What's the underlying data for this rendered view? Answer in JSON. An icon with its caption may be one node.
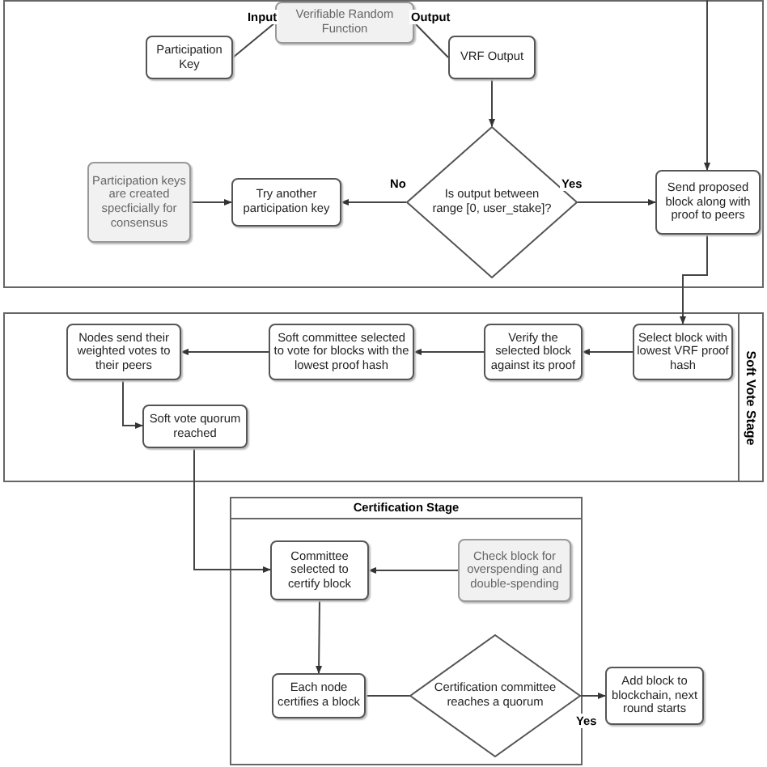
{
  "diagram": {
    "nodes": [
      {
        "text": [],
        "shape": "box"
      },
      {
        "text": [
          "Verifiable Random Function"
        ],
        "in": 0
      },
      {
        "text": [
          "Participation Key"
        ],
        "in": 0
      },
      {
        "text": [
          "VRF Output"
        ],
        "in": 0
      },
      {
        "text": [
          "Participation keys are created specficially for consensus"
        ],
        "in": 0
      },
      {
        "text": [
          "Try another participation key"
        ],
        "in": 0
      },
      {
        "text": [
          "Is output between range [0, user_stake]?"
        ],
        "in": 0
      },
      {
        "text": [
          "Send proposed block along with proof to peers"
        ],
        "in": 0
      },
      {
        "text": [
          "Soft Vote Stage"
        ]
      },
      {
        "text": [
          "Nodes send their weighted votes to their peers"
        ],
        "in": 8
      },
      {
        "text": [
          "Soft committee selected to vote for blocks with the lowest proof hash"
        ],
        "in": 8
      },
      {
        "text": [
          "Verify the selected block against its proof"
        ],
        "in": 8
      },
      {
        "text": [
          "Select block with lowest VRF proof hash"
        ],
        "in": 8
      },
      {
        "text": [
          "Soft vote quorum reached"
        ],
        "in": 8
      },
      {
        "text": [
          "Certification Stage"
        ]
      },
      {
        "text": [
          "Committee selected to certify block"
        ],
        "in": 14
      },
      {
        "text": [
          "Check block for overspending and double-spending"
        ],
        "in": 14
      },
      {
        "text": [
          "Each node certifies a block"
        ],
        "in": 14
      },
      {
        "text": [
          "Certification committee reaches a quorum"
        ],
        "in": 14
      },
      {
        "text": [
          "Add block to blockchain, next round starts"
        ]
      }
    ],
    "edges": [
      {
        "from": 2,
        "to": 1,
        "arrow": "none",
        "label": "Input"
      },
      {
        "from": 1,
        "to": 3,
        "arrow": "none",
        "label": "Output"
      },
      {
        "from": 3,
        "to": 6,
        "arrow": "to"
      },
      {
        "from": 6,
        "to": 5,
        "arrow": "to",
        "label": "No"
      },
      {
        "from": 4,
        "to": 5,
        "arrow": "to"
      },
      {
        "from": 6,
        "to": 7,
        "arrow": "to",
        "label": "Yes"
      },
      {
        "from": null,
        "to": 7,
        "arrow": "to"
      },
      {
        "from": 7,
        "to": 12,
        "arrow": "to"
      },
      {
        "from": 12,
        "to": 11,
        "arrow": "to"
      },
      {
        "from": 11,
        "to": 10,
        "arrow": "to"
      },
      {
        "from": 10,
        "to": 9,
        "arrow": "to"
      },
      {
        "from": 9,
        "to": 13,
        "arrow": "to"
      },
      {
        "from": 13,
        "to": 15,
        "arrow": "to"
      },
      {
        "from": 16,
        "to": 15,
        "arrow": "to"
      },
      {
        "from": 15,
        "to": 17,
        "arrow": "to"
      },
      {
        "from": 17,
        "to": 18,
        "arrow": "to"
      },
      {
        "from": 18,
        "to": 19,
        "arrow": "to",
        "label": "Yes"
      }
    ]
  }
}
